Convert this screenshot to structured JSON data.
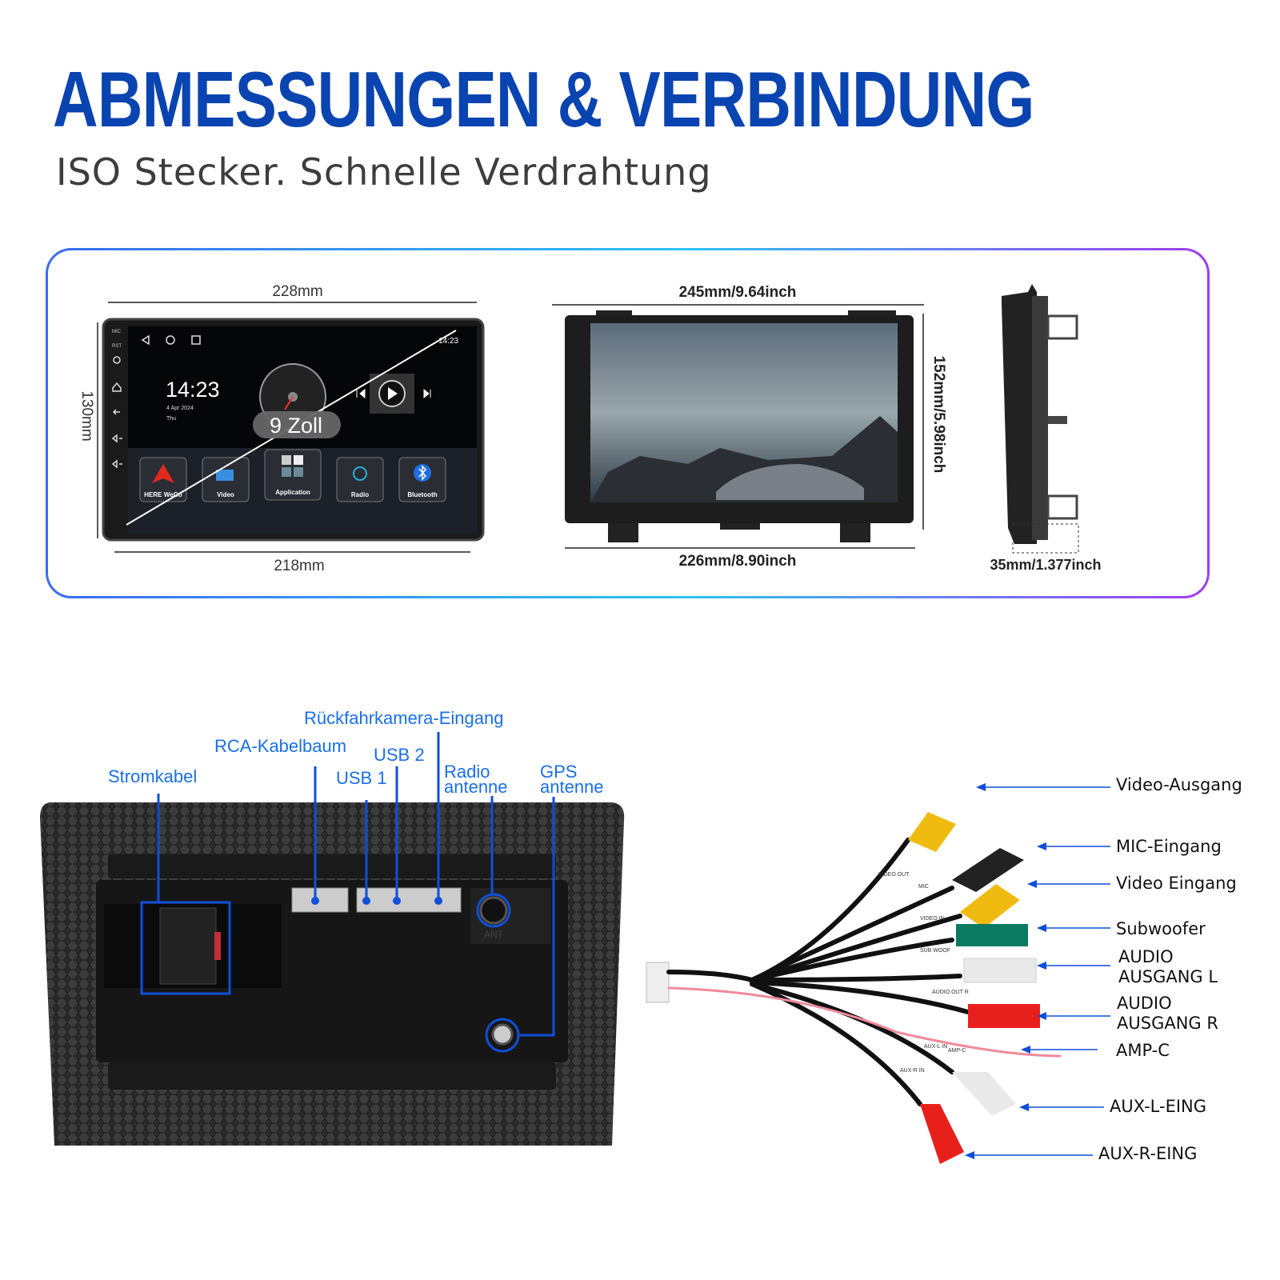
{
  "header": {
    "title": "ABMESSUNGEN & VERBINDUNG",
    "subtitle": "ISO Stecker. Schnelle Verdrahtung"
  },
  "dimensions": {
    "front_width_top": "228mm",
    "front_width_bottom": "218mm",
    "front_height": "130mm",
    "screen_size_badge": "9 Zoll",
    "frame_width_top": "245mm/9.64inch",
    "frame_width_bottom": "226mm/8.90inch",
    "frame_height": "152mm/5.98inch",
    "depth": "35mm/1.377inch"
  },
  "screen_ui": {
    "clock": "14:23",
    "date": "4 Apr 2024",
    "day": "Thu",
    "status_time": "14:23",
    "side_labels": [
      "MIC",
      "RST"
    ],
    "apps": [
      {
        "label": "HERE WeGo"
      },
      {
        "label": "Video"
      },
      {
        "label": "Application"
      },
      {
        "label": "Radio"
      },
      {
        "label": "Bluetooth"
      }
    ]
  },
  "back_panel": {
    "labels": {
      "power": "Stromkabel",
      "rca": "RCA-Kabelbaum",
      "camera": "Rückfahrkamera-Eingang",
      "usb2": "USB 2",
      "usb1": "USB 1",
      "radio": "Radio\nantenne",
      "radio_l1": "Radio",
      "radio_l2": "antenne",
      "gps_l1": "GPS",
      "gps_l2": "antenne",
      "ant": "ANT"
    }
  },
  "cable": {
    "labels": [
      "Video-Ausgang",
      "MIC-Eingang",
      "Video Eingang",
      "Subwoofer",
      "AUDIO",
      "AUSGANG L",
      "AUDIO",
      "AUSGANG R",
      "AMP-C",
      "AUX-L-EING",
      "AUX-R-EING"
    ],
    "tags": [
      "VIDEO OUT",
      "MIC",
      "VIDEO IN",
      "SUB WOOF",
      "AUDIO OUT R",
      "AMP-C",
      "AUX-L IN",
      "AUX-R IN"
    ]
  },
  "colors": {
    "accent": "#0a44b0",
    "label_blue": "#1a6fe8",
    "line_blue": "#0f4fd8"
  }
}
